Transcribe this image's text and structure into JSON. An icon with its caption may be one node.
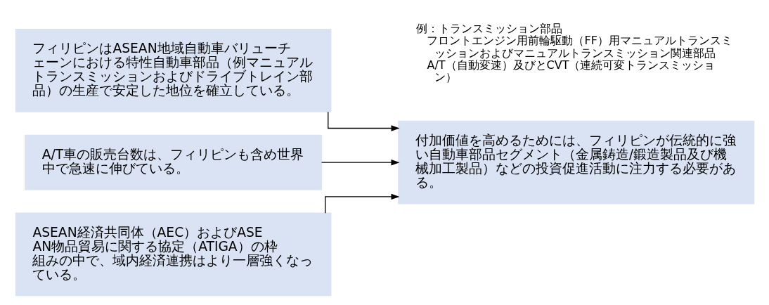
{
  "diagram": {
    "nodes": [
      {
        "text": [
          "フィリピンはASEAN地域自動車バリューチェーンにおける特性自動車部品（例マニュアルトランスミッションおよびドライブトレイン部品）の生産で安定した地位を確立している。"
        ]
      },
      {
        "text": [
          "A/T車の販売台数は、フィリピンも含め世界中で急速に伸びている。"
        ]
      },
      {
        "text": [
          "ASEAN経済共同体（AEC）およびASEAN物品貿易に関する協定（ATIGA）の枠組みの中で、域内経済連携はより一層強くなっている。"
        ]
      },
      {
        "text": [
          "付加価値を高めるためには、フィリピンが伝統的に強い自動車部品セグメント（金属鋳造/鍛造製品及び機械加工製品）などの投資促進活動に注力する必要がある。"
        ]
      }
    ],
    "edges": [
      {
        "from": 0,
        "to": 3,
        "arrow": "to"
      },
      {
        "from": 1,
        "to": 3,
        "arrow": "to"
      },
      {
        "from": 2,
        "to": 3,
        "arrow": "to"
      }
    ],
    "labels": [
      "例：トランスミッション部品",
      "フロントエンジン用前輪駆動（FF）用マニュアルトランスミッションおよびマニュアルトランスミッション関連部品",
      "A/T（自動変速）及びとCVT（連続可変トランスミッション）"
    ]
  }
}
